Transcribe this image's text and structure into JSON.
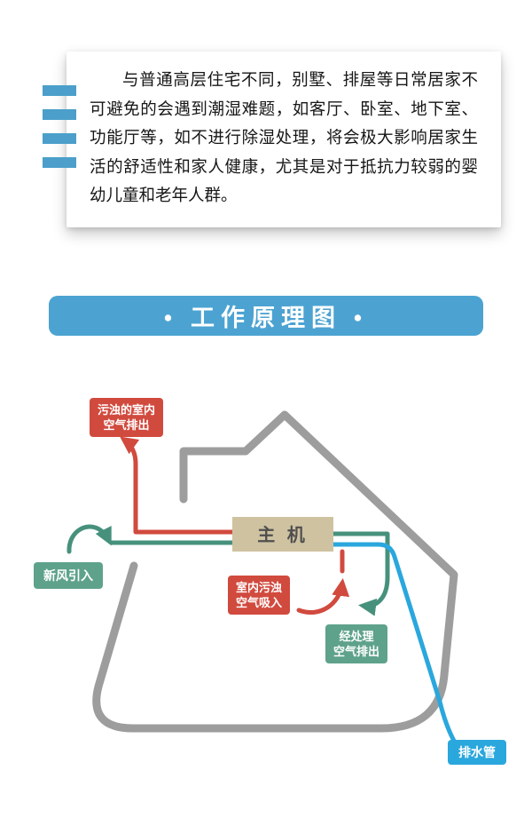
{
  "intro": {
    "text": "与普通高层住宅不同，别墅、排屋等日常居家不可避免的会遇到潮湿难题，如客厅、卧室、地下室、功能厅等，如不进行除湿处理，将会极大影响居家生活的舒适性和家人健康，尤其是对于抵抗力较弱的婴幼儿童和老年人群。"
  },
  "banner": {
    "title": "• 工作原理图 •",
    "background": "#4ca3d1"
  },
  "diagram": {
    "unit_label": "主 机",
    "badges": {
      "exhaust_top": {
        "lines": [
          "污浊的室内",
          "空气排出"
        ],
        "color": "#d14a3e"
      },
      "fresh_in": {
        "lines": [
          "新风引入"
        ],
        "color": "#5ea28b"
      },
      "indoor_in": {
        "lines": [
          "室内污浊",
          "空气吸入"
        ],
        "color": "#d14a3e"
      },
      "treated_out": {
        "lines": [
          "经处理",
          "空气排出"
        ],
        "color": "#5ea28b"
      },
      "drain": {
        "lines": [
          "排水管"
        ],
        "color": "#2aa7dd"
      }
    },
    "colors": {
      "house_gray": "#9d9d9d",
      "red": "#d14a3e",
      "green": "#47917c",
      "blue": "#2aa7dd",
      "unit_fill": "#cfc2a1",
      "unit_text": "#4f4f4f",
      "stripe_blue": "#4b9fca"
    }
  }
}
